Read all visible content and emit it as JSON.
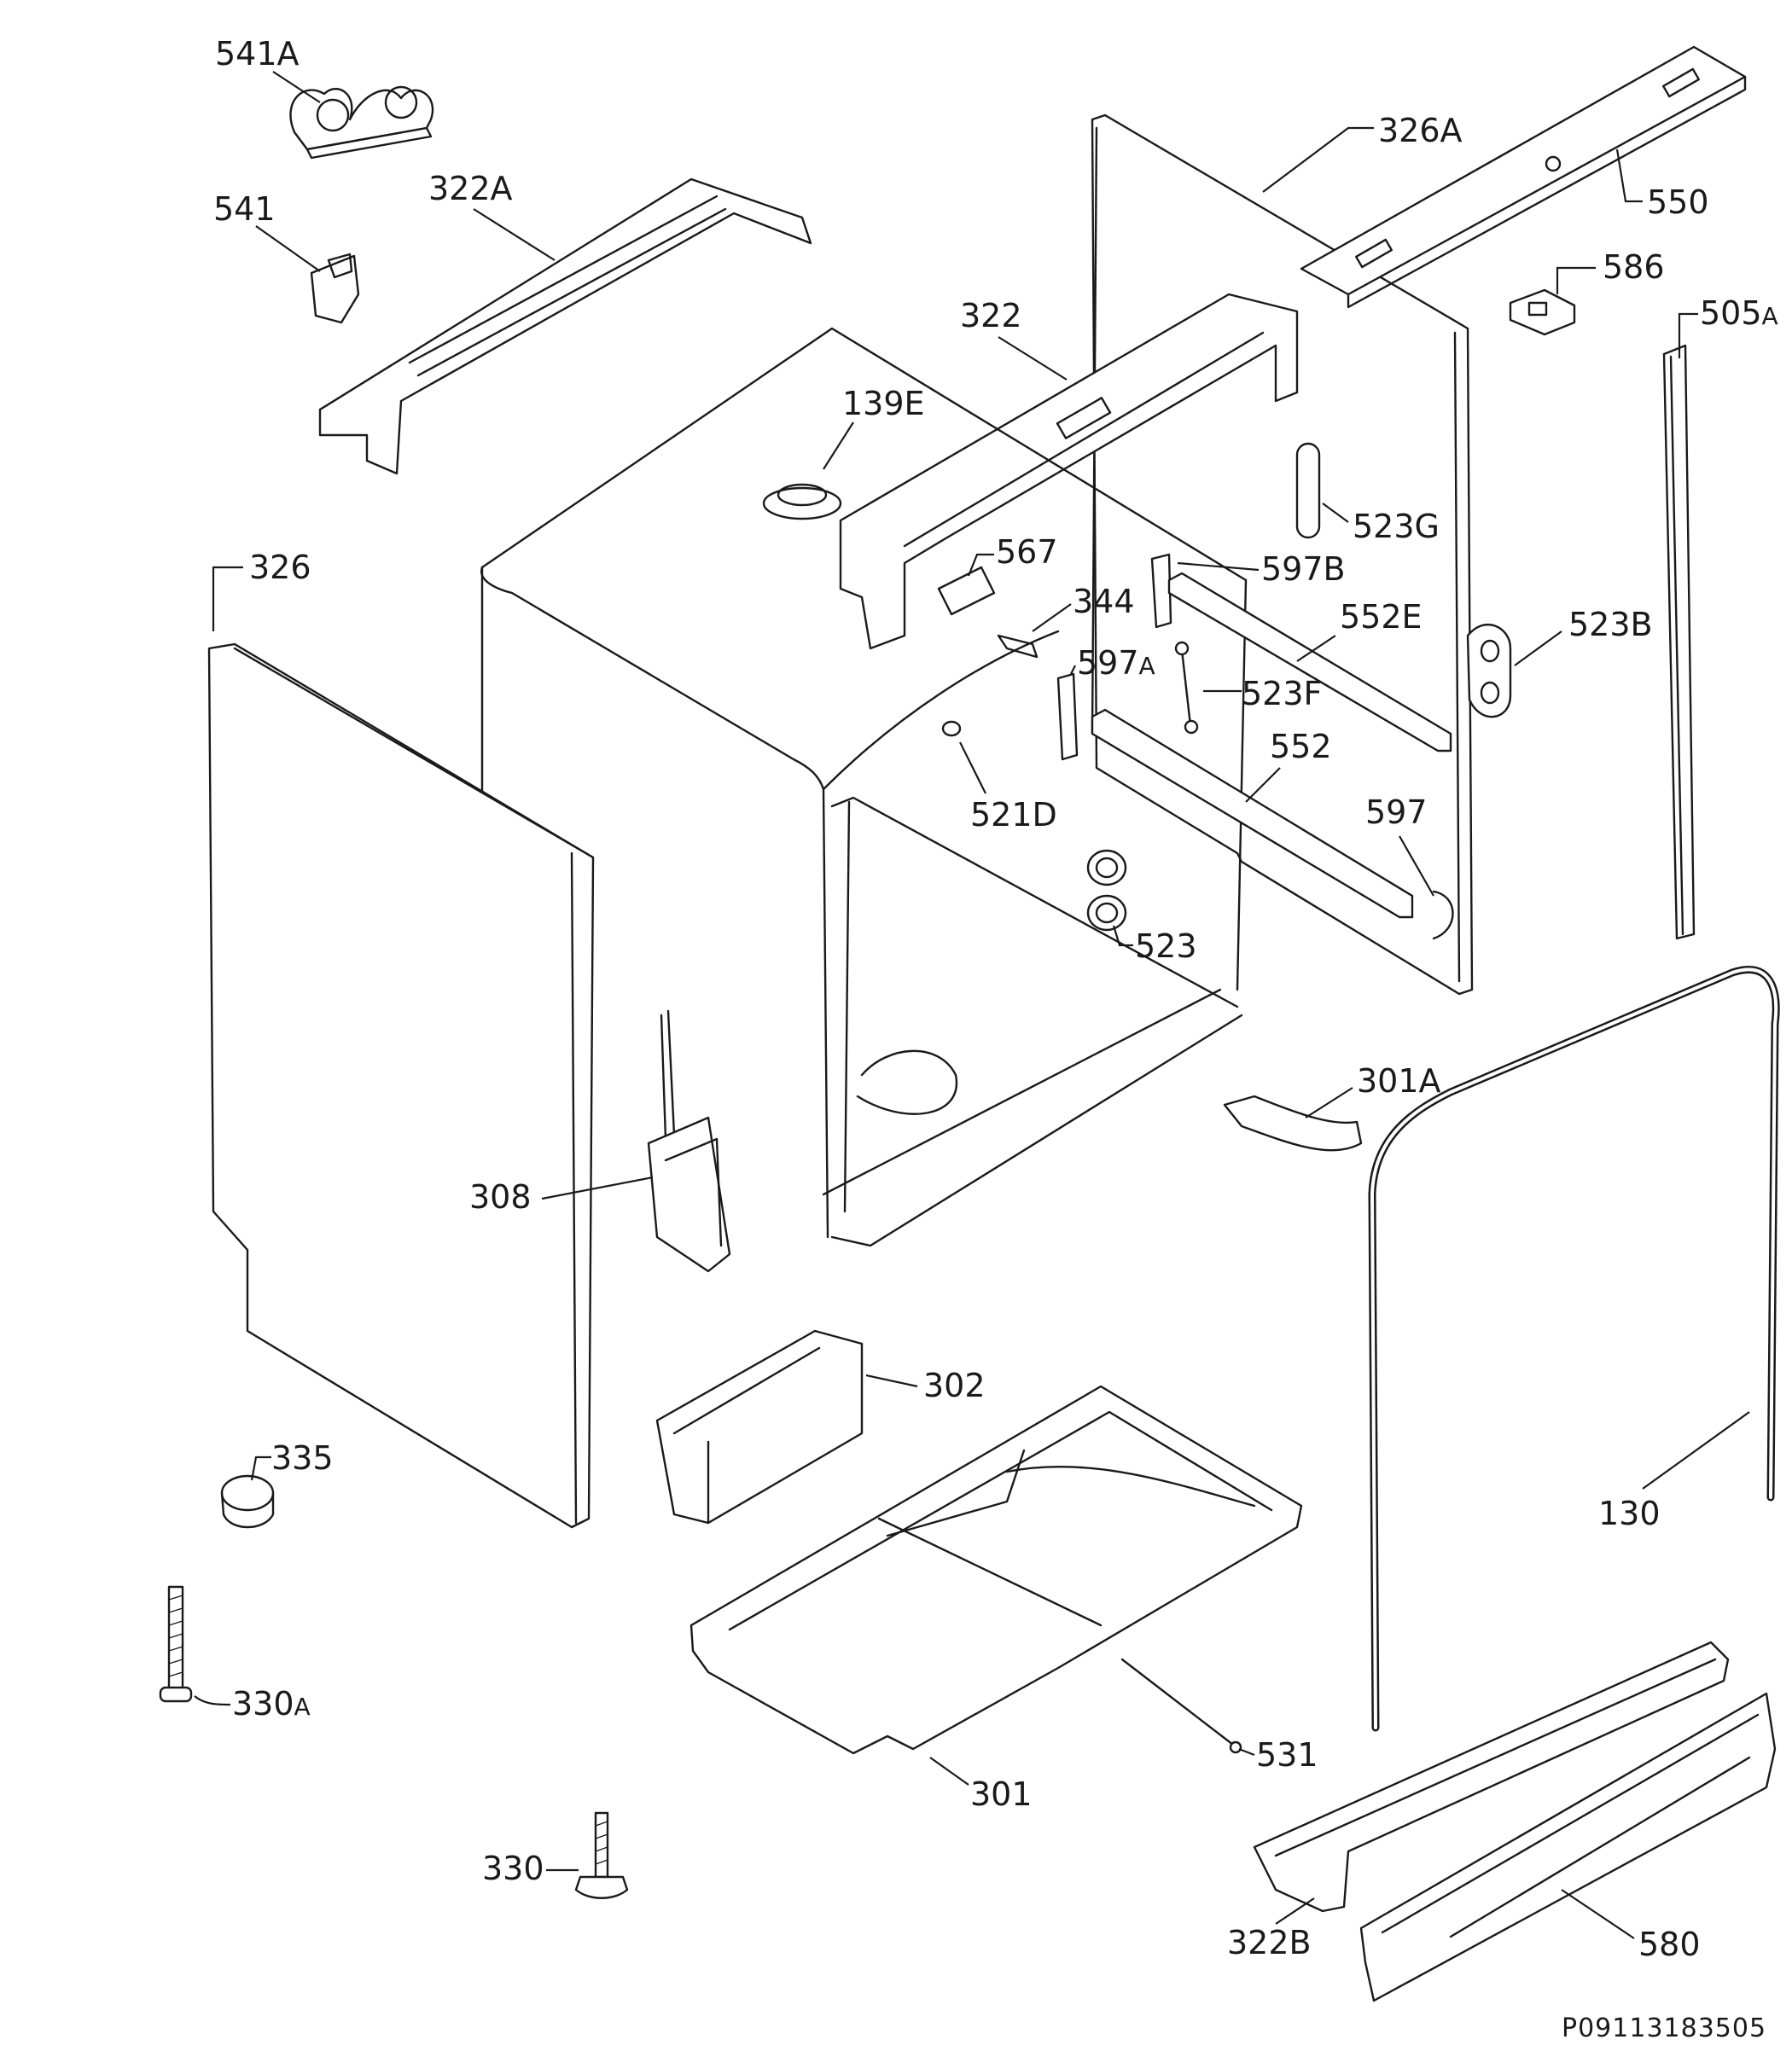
{
  "diagram": {
    "drawing_code": "P09113183505",
    "labels": {
      "l541A": "541A",
      "l541": "541",
      "l322A": "322A",
      "l326A": "326A",
      "l550": "550",
      "l586": "586",
      "l505A": "505",
      "l505A_suffix": "A",
      "l322": "322",
      "l139E": "139E",
      "l523G": "523G",
      "l326": "326",
      "l567": "567",
      "l597B": "597B",
      "l344": "344",
      "l552E": "552E",
      "l523B": "523B",
      "l597A": "597",
      "l597A_suffix": "A",
      "l523F": "523F",
      "l552": "552",
      "l521D": "521D",
      "l597": "597",
      "l523": "523",
      "l301A": "301A",
      "l308": "308",
      "l302": "302",
      "l335": "335",
      "l130": "130",
      "l330A": "330",
      "l330A_suffix": "A",
      "l531": "531",
      "l301": "301",
      "l330": "330",
      "l322B": "322B",
      "l580": "580"
    }
  }
}
